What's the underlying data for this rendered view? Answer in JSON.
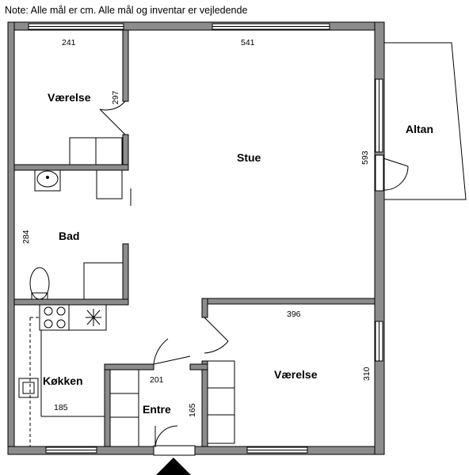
{
  "note": "Note: Alle mål er cm. Alle mål og inventar er vejledende",
  "rooms": {
    "vaerelse_top": "Værelse",
    "stue": "Stue",
    "altan": "Altan",
    "bad": "Bad",
    "koekken": "Køkken",
    "entre": "Entre",
    "vaerelse_bottom": "Værelse"
  },
  "dimensions": {
    "vaerelse_top_width": "241",
    "vaerelse_top_depth": "297",
    "stue_width": "541",
    "stue_depth": "593",
    "bad_depth": "284",
    "vaerelse_bottom_width": "396",
    "vaerelse_bottom_depth": "310",
    "entre_width": "201",
    "entre_depth": "165",
    "koekken_width": "185"
  },
  "colors": {
    "wall": "#8c8c8c",
    "line": "#000000",
    "background": "#ffffff"
  }
}
